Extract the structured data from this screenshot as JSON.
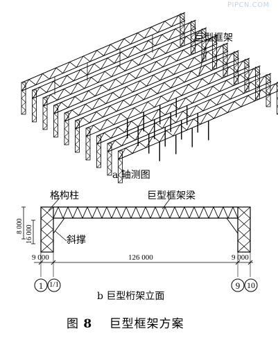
{
  "watermark": "PIPCN.COM",
  "iso_view": {
    "label_giant_frame": "巨型框架",
    "subtitle": "a 轴测图"
  },
  "elevation": {
    "label_lattice_column": "格构柱",
    "label_giant_frame_beam": "巨型框架梁",
    "label_diagonal_brace": "斜撑",
    "dim_height_total": "8 000",
    "dim_height_part": "16 000",
    "dim_left_span": "9 000",
    "dim_main_span": "126 000",
    "dim_right_span": "9 000",
    "axis_labels": [
      "1",
      "1/1",
      "9",
      "10"
    ],
    "subtitle": "b 巨型桁架立面"
  },
  "figure_caption": {
    "prefix": "图",
    "number": "8",
    "title": "巨型框架方案"
  }
}
